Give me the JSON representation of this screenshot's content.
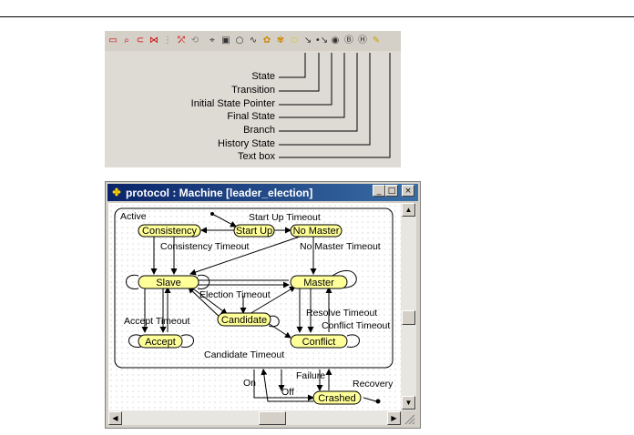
{
  "toolbar": {
    "icons": [
      "select-icon",
      "zoom-icon",
      "move-icon",
      "link-icon",
      "grid-icon",
      "connect-icon",
      "align-icon",
      "zoom-in-icon",
      "state-icon",
      "transition-icon",
      "initial-state-pointer-icon",
      "final-state-icon",
      "branch-icon",
      "history-state-icon",
      "text-box-icon"
    ],
    "callouts": [
      "State",
      "Transition",
      "Initial State Pointer",
      "Final State",
      "Branch",
      "History State",
      "Text box"
    ]
  },
  "window": {
    "title": "protocol : Machine [leader_election]",
    "minimize": "_",
    "maximize": "□",
    "close": "×"
  },
  "diagram": {
    "superstate_label": "Active",
    "states": [
      "Consistency",
      "Start Up",
      "No Master",
      "Slave",
      "Master",
      "Candidate",
      "Accept",
      "Conflict",
      "Crashed"
    ],
    "transitions": [
      "Start Up Timeout",
      "Consistency Timeout",
      "No Master Timeout",
      "Election Timeout",
      "Accept Timeout",
      "Resolve Timeout",
      "Conflict Timeout",
      "Candidate Timeout",
      "Failure",
      "Recovery",
      "On",
      "Off"
    ]
  },
  "colors": {
    "state_fill": "#ffff99",
    "titlebar": "#0a246a"
  }
}
